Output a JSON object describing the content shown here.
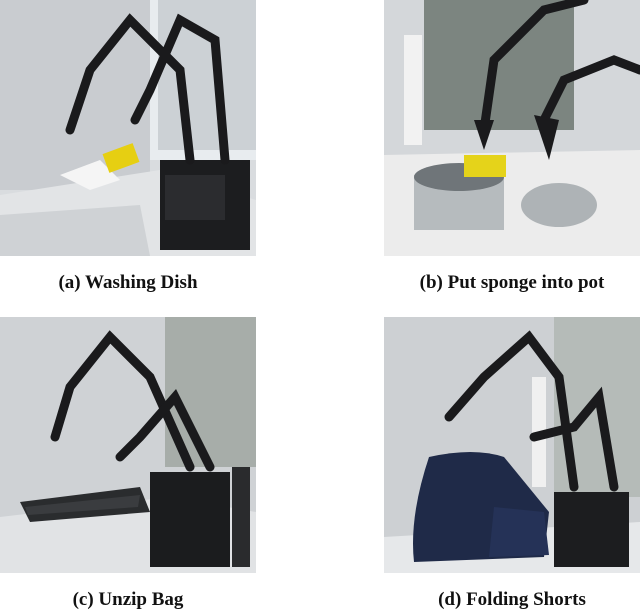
{
  "figure": {
    "panels": [
      {
        "id": "a",
        "caption": "(a) Washing Dish"
      },
      {
        "id": "b",
        "caption": "(b) Put sponge into pot"
      },
      {
        "id": "c",
        "caption": "(c) Unzip Bag"
      },
      {
        "id": "d",
        "caption": "(d) Folding Shorts"
      }
    ]
  }
}
